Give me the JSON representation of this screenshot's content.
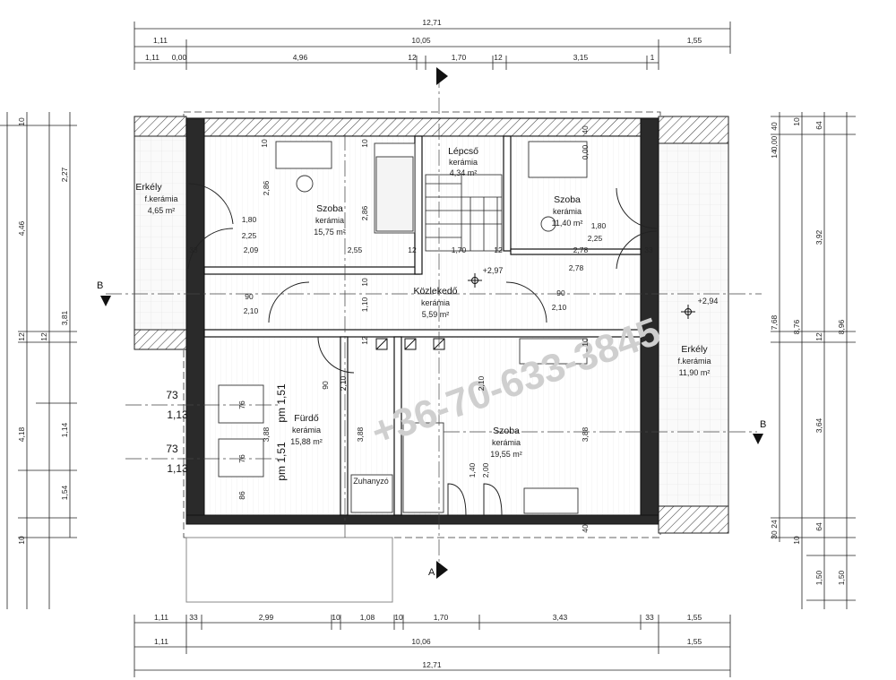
{
  "rooms": [
    {
      "id": "erkely-left",
      "name": "Erkély",
      "floor": "f.kerámia",
      "area": "4,65 m²"
    },
    {
      "id": "szoba-1",
      "name": "Szoba",
      "floor": "kerámia",
      "area": "15,75 m²"
    },
    {
      "id": "lepcso",
      "name": "Lépcső",
      "floor": "kerámia",
      "area": "4,34 m²"
    },
    {
      "id": "szoba-2",
      "name": "Szoba",
      "floor": "kerámia",
      "area": "11,40 m²"
    },
    {
      "id": "kozlekedo",
      "name": "Közlekedő",
      "floor": "kerámia",
      "area": "5,59 m²"
    },
    {
      "id": "erkely-right",
      "name": "Erkély",
      "floor": "f.kerámia",
      "area": "11,90 m²"
    },
    {
      "id": "furdo",
      "name": "Fürdő",
      "floor": "kerámia",
      "area": "15,88 m²"
    },
    {
      "id": "szoba-3",
      "name": "Szoba",
      "floor": "kerámia",
      "area": "19,55 m²"
    }
  ],
  "fixtures": {
    "shower": "Zuhanyzó"
  },
  "levels": {
    "kozlekedo": "+2,97",
    "erkely": "+2,94"
  },
  "section_marks": {
    "b": "B",
    "a": "A"
  },
  "watermark": "+36-70-633-3845",
  "dims_top": {
    "row1": [
      "12,71"
    ],
    "row2": [
      "1,11",
      "10,05",
      "1,55"
    ],
    "row3": [
      "1,11",
      "0,00",
      "4,96",
      "12",
      "1,70",
      "12",
      "3,15",
      "1"
    ]
  },
  "dims_bottom": {
    "row1": [
      "1,11",
      "33",
      "2,99",
      "10",
      "1,08",
      "10",
      "1,70",
      "3,43",
      "33",
      "1,55"
    ],
    "row2": [
      "1,11",
      "10,06",
      "1,55"
    ],
    "row3": [
      "12,71"
    ]
  },
  "dims_left": {
    "col1": [
      "10",
      "4,46",
      "4,18",
      "10"
    ],
    "col2": [
      "2,27",
      "3,81",
      "1,14",
      "1,54"
    ],
    "col3": [
      "12",
      "12"
    ]
  },
  "dims_right": {
    "col1": [
      "0,00",
      "14",
      "40",
      "7,68",
      "30",
      "24"
    ],
    "col2": [
      "64",
      "3,92",
      "12",
      "3,64",
      "64",
      "1,50"
    ],
    "col3": [
      "10",
      "8,76",
      "10"
    ],
    "col4": [
      "8,96",
      "1,50"
    ]
  },
  "dims_inner": {
    "openings": [
      "1,80",
      "2,25",
      "2,86",
      "2,09",
      "2,55",
      "2,86",
      "12",
      "1,70",
      "12",
      "1,80",
      "2,25",
      "2,78",
      "2,78",
      "33",
      "33"
    ],
    "doors": [
      "90",
      "2,10",
      "90",
      "2,10",
      "1,10",
      "90",
      "2,10",
      "2,10",
      "10",
      "12"
    ],
    "furdo": [
      "73",
      "1,13",
      "73",
      "1,13",
      "76",
      "76",
      "3,88",
      "86",
      "pm 1,51",
      "pm 1,51",
      "3,88",
      "1,40",
      "2,00",
      "3,88"
    ],
    "top_marks": [
      "10",
      "10",
      "0,00",
      "40",
      "10",
      "40"
    ]
  }
}
